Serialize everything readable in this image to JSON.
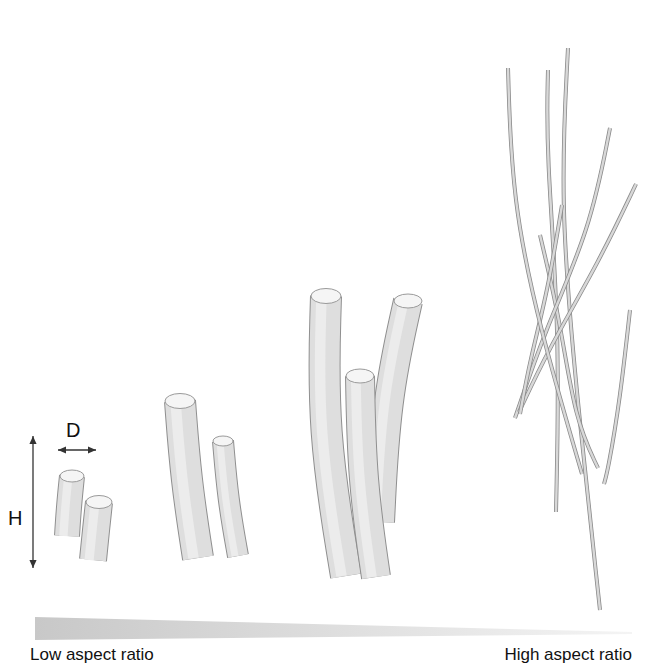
{
  "diagram": {
    "labels": [
      "D",
      "H",
      "Low aspect ratio",
      "High aspect ratio"
    ]
  }
}
